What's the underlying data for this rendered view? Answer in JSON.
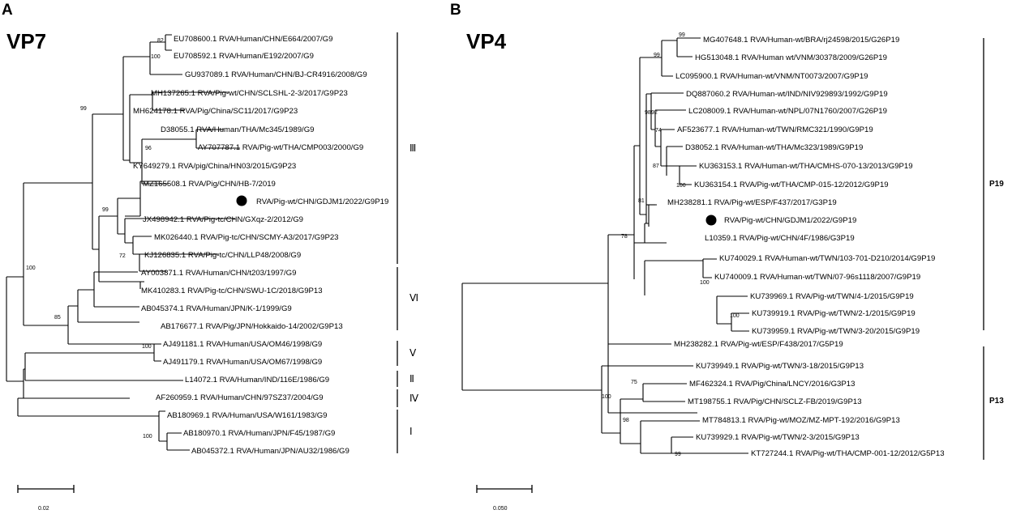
{
  "panels": [
    {
      "letter": "A",
      "title": "VP7",
      "scale_label": "0.02",
      "leaves": [
        "EU708600.1 RVA/Human/CHN/E664/2007/G9",
        "EU708592.1 RVA/Human/E192/2007/G9",
        "GU937089.1 RVA/Human/CHN/BJ-CR4916/2008/G9",
        "MH137265.1 RVA/Pig-wt/CHN/SCLSHL-2-3/2017/G9P23",
        "MH624178.1 RVA/Pig/China/SC11/2017/G9P23",
        "D38055.1 RVA/Human/THA/Mc345/1989/G9",
        "AY707787.1 RVA/Pig-wt/THA/CMP003/2000/G9",
        "KY649279.1 RVA/pig/China/HN03/2015/G9P23",
        "MZ165508.1 RVA/Pig/CHN/HB-7/2019",
        "RVA/Pig-wt/CHN/GDJM1/2022/G9P19",
        "JX498942.1 RVA/Pig-tc/CHN/GXqz-2/2012/G9",
        "MK026440.1 RVA/Pig-tc/CHN/SCMY-A3/2017/G9P23",
        "KJ126835.1 RVA/Pig-tc/CHN/LLP48/2008/G9",
        "AY003871.1 RVA/Human/CHN/t203/1997/G9",
        "MK410283.1 RVA/Pig-tc/CHN/SWU-1C/2018/G9P13",
        "AB045374.1 RVA/Human/JPN/K-1/1999/G9",
        "AB176677.1 RVA/Pig/JPN/Hokkaido-14/2002/G9P13",
        "AJ491181.1 RVA/Human/USA/OM46/1998/G9",
        "AJ491179.1 RVA/Human/USA/OM67/1998/G9",
        "L14072.1 RVA/Human/IND/116E/1986/G9",
        "AF260959.1 RVA/Human/CHN/97SZ37/2004/G9",
        "AB180969.1 RVA/Human/USA/W161/1983/G9",
        "AB180970.1 RVA/Human/JPN/F45/1987/G9",
        "AB045372.1 RVA/Human/JPN/AU32/1986/G9"
      ],
      "bootstraps": [
        "82",
        "100",
        "99",
        "96",
        "99",
        "72",
        "100",
        "85",
        "100",
        "100"
      ],
      "clades": [
        "Ⅲ",
        "Ⅵ",
        "Ⅴ",
        "Ⅱ",
        "Ⅳ",
        "Ⅰ"
      ]
    },
    {
      "letter": "B",
      "title": "VP4",
      "scale_label": "0.050",
      "leaves": [
        "MG407648.1 RVA/Human-wt/BRA/rj24598/2015/G26P19",
        "HG513048.1 RVA/Human wt/VNM/30378/2009/G26P19",
        "LC095900.1 RVA/Human-wt/VNM/NT0073/2007/G9P19",
        "DQ887060.2 RVA/Human-wt/IND/NIV929893/1992/G9P19",
        "LC208009.1 RVA/Human-wt/NPL/07N1760/2007/G26P19",
        "AF523677.1 RVA/Human-wt/TWN/RMC321/1990/G9P19",
        "D38052.1 RVA/Human-wt/THA/Mc323/1989/G9P19",
        "KU363153.1 RVA/Human-wt/THA/CMHS-070-13/2013/G9P19",
        "KU363154.1 RVA/Pig-wt/THA/CMP-015-12/2012/G9P19",
        "MH238281.1 RVA/Pig-wt/ESP/F437/2017/G3P19",
        "RVA/Pig-wt/CHN/GDJM1/2022/G9P19",
        "L10359.1 RVA/Pig-wt/CHN/4F/1986/G3P19",
        "KU740029.1 RVA/Human-wt/TWN/103-701-D210/2014/G9P19",
        "KU740009.1 RVA/Human-wt/TWN/07-96s1118/2007/G9P19",
        "KU739969.1 RVA/Pig-wt/TWN/4-1/2015/G9P19",
        "KU739919.1 RVA/Pig-wt/TWN/2-1/2015/G9P19",
        "KU739959.1 RVA/Pig-wt/TWN/3-20/2015/G9P19",
        "MH238282.1 RVA/Pig-wt/ESP/F438/2017/G5P19",
        "KU739949.1 RVA/Pig-wt/TWN/3-18/2015/G9P13",
        "MF462324.1 RVA/Pig/China/LNCY/2016/G3P13",
        "MT198755.1 RVA/Pig/CHN/SCLZ-FB/2019/G9P13",
        "MT784813.1 RVA/Pig-wt/MOZ/MZ-MPT-192/2016/G9P13",
        "KU739929.1 RVA/Pig-wt/TWN/2-3/2015/G9P13",
        "KT727244.1 RVA/Pig-wt/THA/CMP-001-12/2012/G5P13"
      ],
      "bootstraps": [
        "99",
        "99",
        "98",
        "92",
        "74",
        "87",
        "100",
        "81",
        "78",
        "100",
        "100",
        "100",
        "75",
        "98",
        "99"
      ],
      "clades": [
        "P19",
        "P13"
      ]
    }
  ]
}
